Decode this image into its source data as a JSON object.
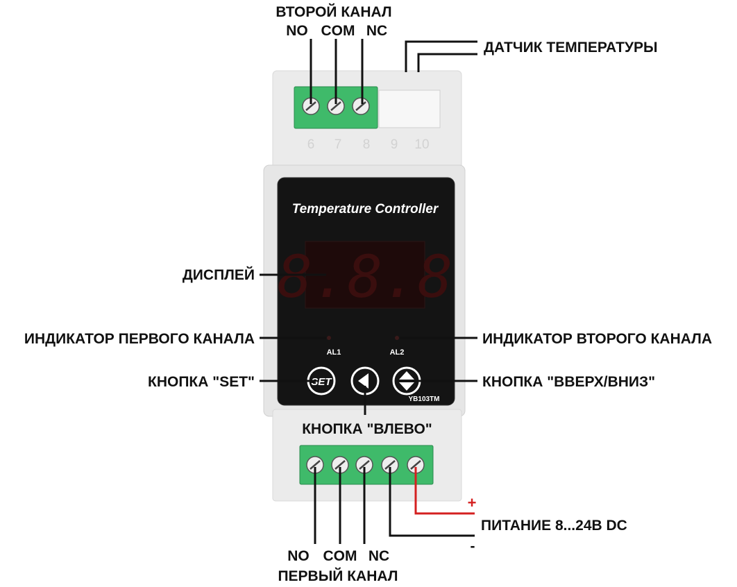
{
  "labels": {
    "channel2_title": "ВТОРОЙ КАНАЛ",
    "channel2_no": "NO",
    "channel2_com": "COM",
    "channel2_nc": "NC",
    "temp_sensor": "ДАТЧИК ТЕМПЕРАТУРЫ",
    "display": "ДИСПЛЕЙ",
    "indicator1": "ИНДИКАТОР ПЕРВОГО КАНАЛА",
    "indicator2": "ИНДИКАТОР ВТОРОГО КАНАЛА",
    "btn_set": "КНОПКА \"SET\"",
    "btn_updown": "КНОПКА \"ВВЕРХ/ВНИЗ\"",
    "btn_left": "КНОПКА \"ВЛЕВО\"",
    "plus": "+",
    "power": "ПИТАНИЕ 8...24В DC",
    "minus": "-",
    "channel1_no": "NO",
    "channel1_com": "COM",
    "channel1_nc": "NC",
    "channel1_title": "ПЕРВЫЙ КАНАЛ"
  },
  "device": {
    "brand": "Temperature Controller",
    "display_digits": "8.8.8",
    "al1": "AL1",
    "al2": "AL2",
    "set_key": "SET",
    "model": "YB103TM",
    "pin_numbers": [
      "6",
      "7",
      "8",
      "9",
      "10"
    ]
  },
  "colors": {
    "terminal_green": "#3fba6a",
    "housing": "#ebebeb",
    "panel": "#141414",
    "power_plus_wire": "#d42020"
  }
}
